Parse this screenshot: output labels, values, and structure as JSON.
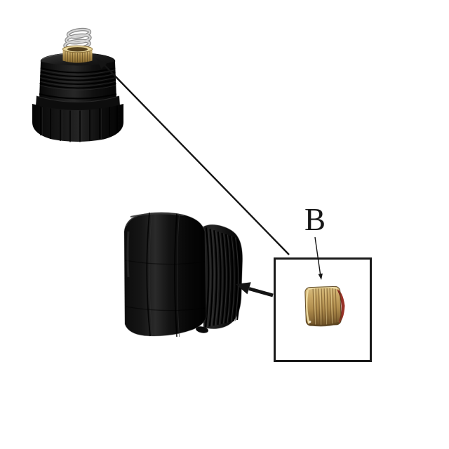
{
  "figure": {
    "callout": {
      "label": "B"
    },
    "colors": {
      "background": "#ffffff",
      "ink": "#141414",
      "box_border": "#1a1a1a",
      "cap_black": "#101010",
      "cap_sheen": "#2e2e2e",
      "brass_mid": "#b2924f",
      "brass_light": "#e8d79e",
      "brass_shadow": "#6b4f26",
      "spring_silver": "#d6d6d6",
      "seal_red": "#993228"
    },
    "parts": [
      {
        "name": "tailcap-assembled-with-spring-and-brass-collar"
      },
      {
        "name": "tailcap-side-view-external-threads"
      },
      {
        "name": "brass-threaded-contact-plug-with-red-seal"
      }
    ]
  }
}
